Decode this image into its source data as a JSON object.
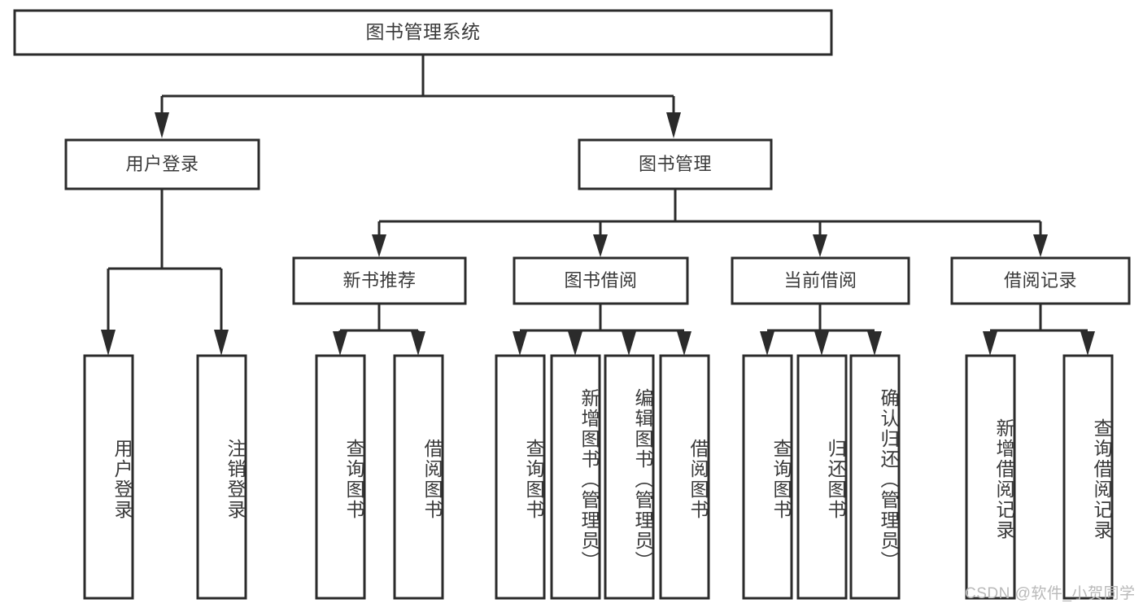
{
  "diagram": {
    "title": "图书管理系统",
    "type": "hierarchy-tree",
    "watermark": "CSDN @软件_小贺同学",
    "colors": {
      "stroke": "#2b2b2b",
      "box_fill": "#ffffff",
      "text": "#3a3a3a",
      "background": "#ffffff",
      "watermark": "#b9b9b9"
    },
    "levels": [
      {
        "level": 1,
        "nodes": [
          {
            "id": "root",
            "label": "图书管理系统",
            "orientation": "horizontal"
          }
        ]
      },
      {
        "level": 2,
        "nodes": [
          {
            "id": "user-login",
            "label": "用户登录",
            "orientation": "horizontal",
            "parent": "root"
          },
          {
            "id": "book-manage",
            "label": "图书管理",
            "orientation": "horizontal",
            "parent": "root"
          }
        ]
      },
      {
        "level": 3,
        "nodes": [
          {
            "id": "new-book-recommend",
            "label": "新书推荐",
            "orientation": "horizontal",
            "parent": "book-manage"
          },
          {
            "id": "book-borrow",
            "label": "图书借阅",
            "orientation": "horizontal",
            "parent": "book-manage"
          },
          {
            "id": "current-borrow",
            "label": "当前借阅",
            "orientation": "horizontal",
            "parent": "book-manage"
          },
          {
            "id": "borrow-record",
            "label": "借阅记录",
            "orientation": "horizontal",
            "parent": "book-manage"
          }
        ]
      },
      {
        "level": 4,
        "nodes": [
          {
            "id": "leaf-user-login",
            "label": "用户登录",
            "orientation": "vertical",
            "parent": "user-login"
          },
          {
            "id": "leaf-user-logout",
            "label": "注销登录",
            "orientation": "vertical",
            "parent": "user-login"
          },
          {
            "id": "leaf-query-book-1",
            "label": "查询图书",
            "orientation": "vertical",
            "parent": "new-book-recommend"
          },
          {
            "id": "leaf-borrow-book-1",
            "label": "借阅图书",
            "orientation": "vertical",
            "parent": "new-book-recommend"
          },
          {
            "id": "leaf-query-book-2",
            "label": "查询图书",
            "orientation": "vertical",
            "parent": "book-borrow"
          },
          {
            "id": "leaf-add-book",
            "label": "新增图书（管理员）",
            "orientation": "vertical",
            "parent": "book-borrow"
          },
          {
            "id": "leaf-edit-book",
            "label": "编辑图书（管理员）",
            "orientation": "vertical",
            "parent": "book-borrow"
          },
          {
            "id": "leaf-borrow-book-2",
            "label": "借阅图书",
            "orientation": "vertical",
            "parent": "book-borrow"
          },
          {
            "id": "leaf-query-book-3",
            "label": "查询图书",
            "orientation": "vertical",
            "parent": "current-borrow"
          },
          {
            "id": "leaf-return-book",
            "label": "归还图书",
            "orientation": "vertical",
            "parent": "current-borrow"
          },
          {
            "id": "leaf-confirm-return",
            "label": "确认归还（管理员）",
            "orientation": "vertical",
            "parent": "current-borrow"
          },
          {
            "id": "leaf-add-record",
            "label": "新增借阅记录",
            "orientation": "vertical",
            "parent": "borrow-record"
          },
          {
            "id": "leaf-query-record",
            "label": "查询借阅记录",
            "orientation": "vertical",
            "parent": "borrow-record"
          }
        ]
      }
    ]
  }
}
